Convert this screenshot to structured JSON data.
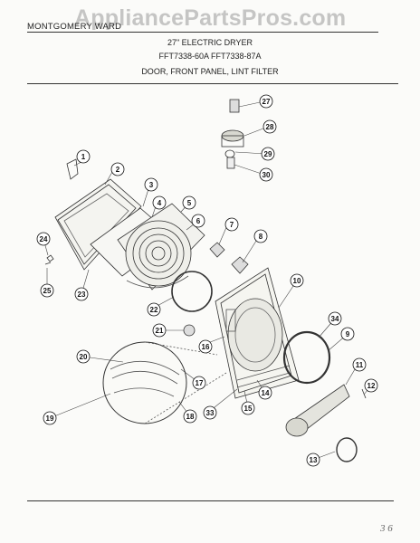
{
  "header": {
    "brand": "MONTGOMERY WARD",
    "watermark": "AppliancePartsPros.com",
    "product": "27\" ELECTRIC DRYER",
    "models": "FFT7338-60A   FFT7338-87A",
    "section": "DOOR, FRONT PANEL, LINT FILTER"
  },
  "diagram": {
    "callouts": [
      "1",
      "2",
      "3",
      "4",
      "5",
      "6",
      "7",
      "8",
      "9",
      "10",
      "11",
      "12",
      "13",
      "14",
      "15",
      "16",
      "17",
      "18",
      "19",
      "20",
      "21",
      "22",
      "23",
      "24",
      "25",
      "27",
      "28",
      "29",
      "30",
      "33",
      "34"
    ]
  },
  "footer": {
    "corner_note": "3 6"
  }
}
